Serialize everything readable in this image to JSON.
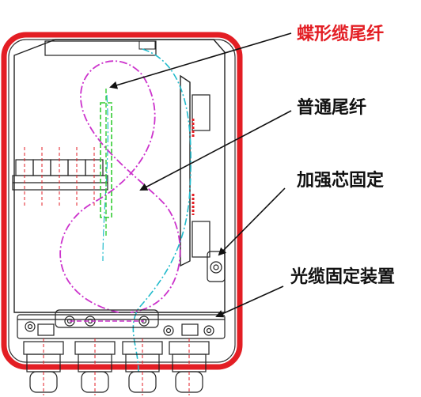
{
  "labels": {
    "butterfly_pigtail": "蝶形缆尾纤",
    "regular_pigtail": "普通尾纤",
    "strength_member_fixing": "加强芯固定",
    "cable_fixing_device": "光缆固定装置"
  },
  "colors": {
    "enclosure_outline": "#e31e24",
    "line_art": "#222222",
    "butterfly_fiber": "#cc33cc",
    "regular_fiber": "#22bbcc",
    "splice_sleeve": "#33cc33",
    "annotation_text_red": "#e31e24",
    "annotation_text_black": "#111111"
  }
}
